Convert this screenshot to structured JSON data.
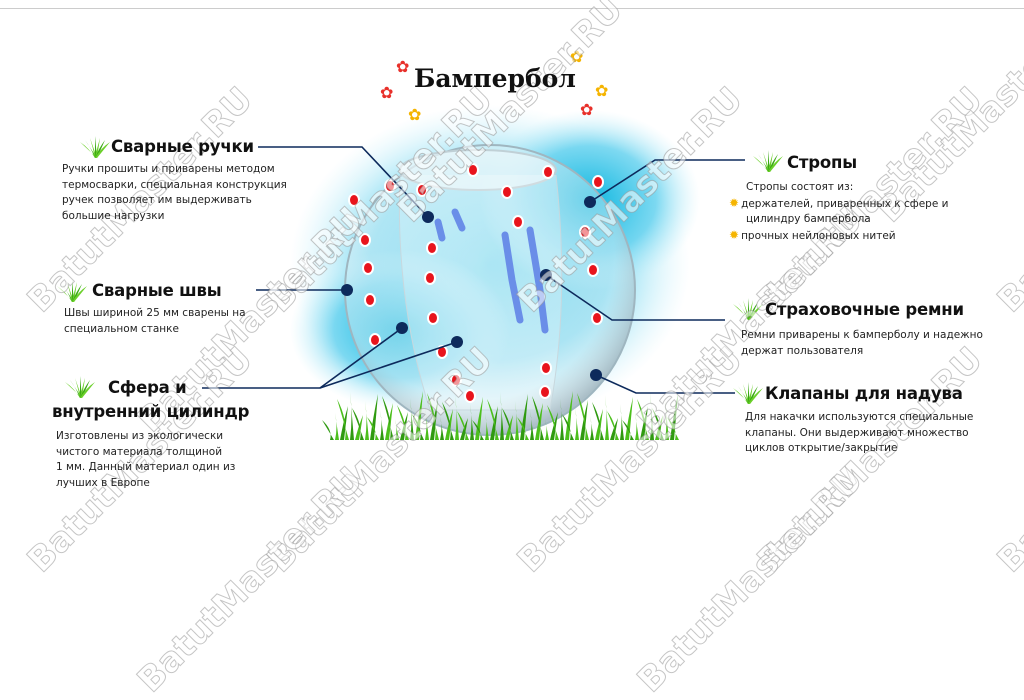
{
  "title": "Бампербол",
  "watermark": "BatutMaster.RU",
  "colors": {
    "splash": "#3ec8e8",
    "dot": "#e8141c",
    "line": "#0d2a5c",
    "grass": "#4cbf1c"
  },
  "features": [
    {
      "heading": "Сварные ручки",
      "lines": [
        "Ручки прошиты и приварены методом",
        "термосварки, специальная конструкция",
        "ручек позволяет им выдерживать",
        "большие нагрузки"
      ]
    },
    {
      "heading": "Сварные швы",
      "lines": [
        "Швы шириной 25 мм сварены на",
        "специальном станке"
      ]
    },
    {
      "heading_lines": [
        "Сфера  и",
        "внутренний цилиндр"
      ],
      "lines": [
        "Изготовлены из экологически",
        "чистого материала толщиной",
        "1 мм. Данный материал один из",
        "лучших в Европе"
      ]
    },
    {
      "heading": "Стропы",
      "intro": "Стропы состоят из:",
      "bullets": [
        "держателей, приваренных к сфере и",
        "цилиндру бампербола",
        "прочных нейлоновых нитей"
      ]
    },
    {
      "heading": "Страховочные ремни",
      "lines": [
        "Ремни приварены к бамперболу и надежно",
        "держат пользователя"
      ]
    },
    {
      "heading": "Клапаны для надува",
      "lines": [
        "Для накачки используются специальные",
        "клапаны. Они выдерживают множество",
        "циклов открытие/закрытие"
      ]
    }
  ]
}
